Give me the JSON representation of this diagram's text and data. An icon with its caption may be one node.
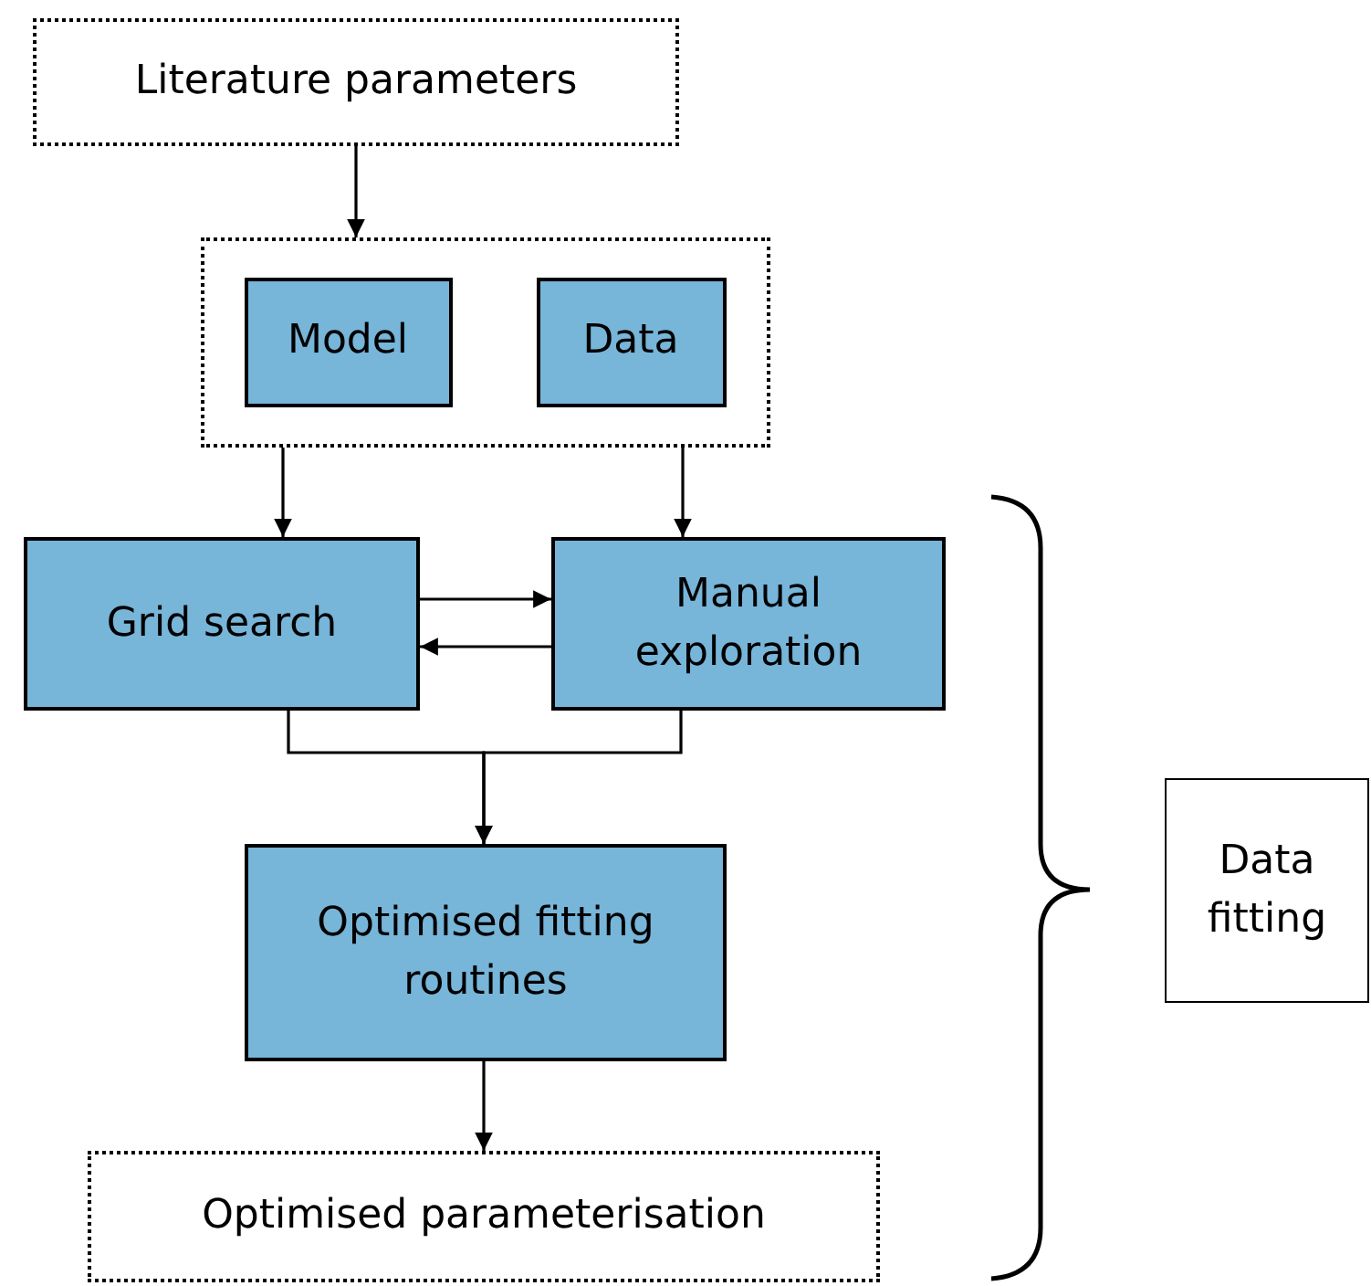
{
  "diagram": {
    "nodes": [
      {
        "text": [
          "Literature parameters"
        ]
      },
      {
        "text": [],
        "shape": "box"
      },
      {
        "text": [
          "Model"
        ],
        "in": 1
      },
      {
        "text": [
          "Data"
        ],
        "in": 1
      },
      {
        "text": [
          "Grid search"
        ]
      },
      {
        "text": [
          "Manual exploration"
        ]
      },
      {
        "text": [
          "Optimised fitting routines"
        ]
      },
      {
        "text": [
          "Optimised parameterisation"
        ]
      },
      {
        "text": [
          "Data fitting"
        ]
      }
    ],
    "edges": [
      {
        "from": 0,
        "to": 1,
        "arrow": "to"
      },
      {
        "from": 1,
        "to": 4,
        "arrow": "to"
      },
      {
        "from": 1,
        "to": 5,
        "arrow": "to"
      },
      {
        "from": 4,
        "to": 5,
        "arrow": "to"
      },
      {
        "from": 5,
        "to": 4,
        "arrow": "to"
      },
      {
        "from": 4,
        "to": 6,
        "arrow": "to"
      },
      {
        "from": 5,
        "to": 6,
        "arrow": "to"
      },
      {
        "from": 6,
        "to": 7,
        "arrow": "to"
      }
    ]
  }
}
